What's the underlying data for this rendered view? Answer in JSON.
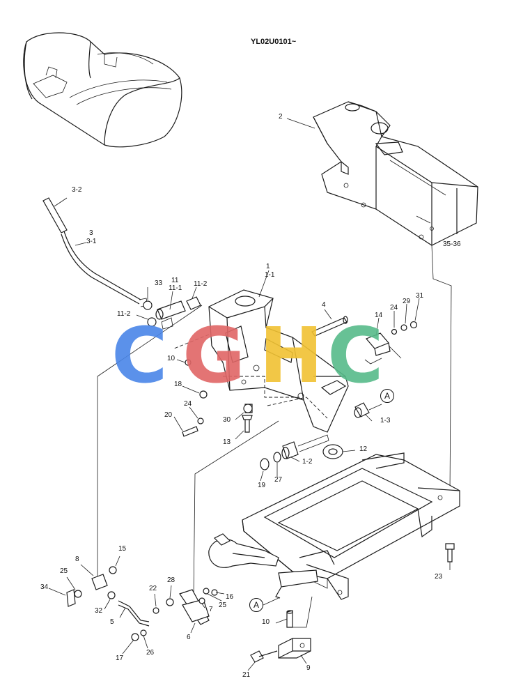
{
  "drawing_code": "YL02U0101~",
  "callouts": [
    {
      "id": "c-2",
      "text": "2"
    },
    {
      "id": "c-3-2",
      "text": "3-2"
    },
    {
      "id": "c-3",
      "text": "3"
    },
    {
      "id": "c-3-1",
      "text": "3-1"
    },
    {
      "id": "c-35-36",
      "text": "35-36"
    },
    {
      "id": "c-1",
      "text": "1"
    },
    {
      "id": "c-1-1",
      "text": "1-1"
    },
    {
      "id": "c-33",
      "text": "33"
    },
    {
      "id": "c-11",
      "text": "11"
    },
    {
      "id": "c-11-1",
      "text": "11-1"
    },
    {
      "id": "c-11-2a",
      "text": "11-2"
    },
    {
      "id": "c-11-2b",
      "text": "11-2"
    },
    {
      "id": "c-4",
      "text": "4"
    },
    {
      "id": "c-24a",
      "text": "24"
    },
    {
      "id": "c-29",
      "text": "29"
    },
    {
      "id": "c-31",
      "text": "31"
    },
    {
      "id": "c-14",
      "text": "14"
    },
    {
      "id": "c-10a",
      "text": "10"
    },
    {
      "id": "c-18",
      "text": "18"
    },
    {
      "id": "c-24b",
      "text": "24"
    },
    {
      "id": "c-20",
      "text": "20"
    },
    {
      "id": "c-30",
      "text": "30"
    },
    {
      "id": "c-13",
      "text": "13"
    },
    {
      "id": "c-1-3",
      "text": "1-3"
    },
    {
      "id": "c-12",
      "text": "12"
    },
    {
      "id": "c-1-2",
      "text": "1-2"
    },
    {
      "id": "c-19",
      "text": "19"
    },
    {
      "id": "c-27",
      "text": "27"
    },
    {
      "id": "c-15",
      "text": "15"
    },
    {
      "id": "c-8",
      "text": "8"
    },
    {
      "id": "c-25a",
      "text": "25"
    },
    {
      "id": "c-34",
      "text": "34"
    },
    {
      "id": "c-32",
      "text": "32"
    },
    {
      "id": "c-5",
      "text": "5"
    },
    {
      "id": "c-22",
      "text": "22"
    },
    {
      "id": "c-28",
      "text": "28"
    },
    {
      "id": "c-7",
      "text": "7"
    },
    {
      "id": "c-16",
      "text": "16"
    },
    {
      "id": "c-25b",
      "text": "25"
    },
    {
      "id": "c-6",
      "text": "6"
    },
    {
      "id": "c-17",
      "text": "17"
    },
    {
      "id": "c-26",
      "text": "26"
    },
    {
      "id": "c-10b",
      "text": "10"
    },
    {
      "id": "c-9",
      "text": "9"
    },
    {
      "id": "c-21",
      "text": "21"
    },
    {
      "id": "c-23",
      "text": "23"
    }
  ],
  "reference_markers": [
    {
      "id": "ref-a-upper",
      "text": "A"
    },
    {
      "id": "ref-a-lower",
      "text": "A"
    }
  ],
  "watermark": {
    "text": "CGHC",
    "colors": [
      "#4a86e8",
      "#e06666",
      "#f1c232",
      "#57bb8a"
    ]
  }
}
